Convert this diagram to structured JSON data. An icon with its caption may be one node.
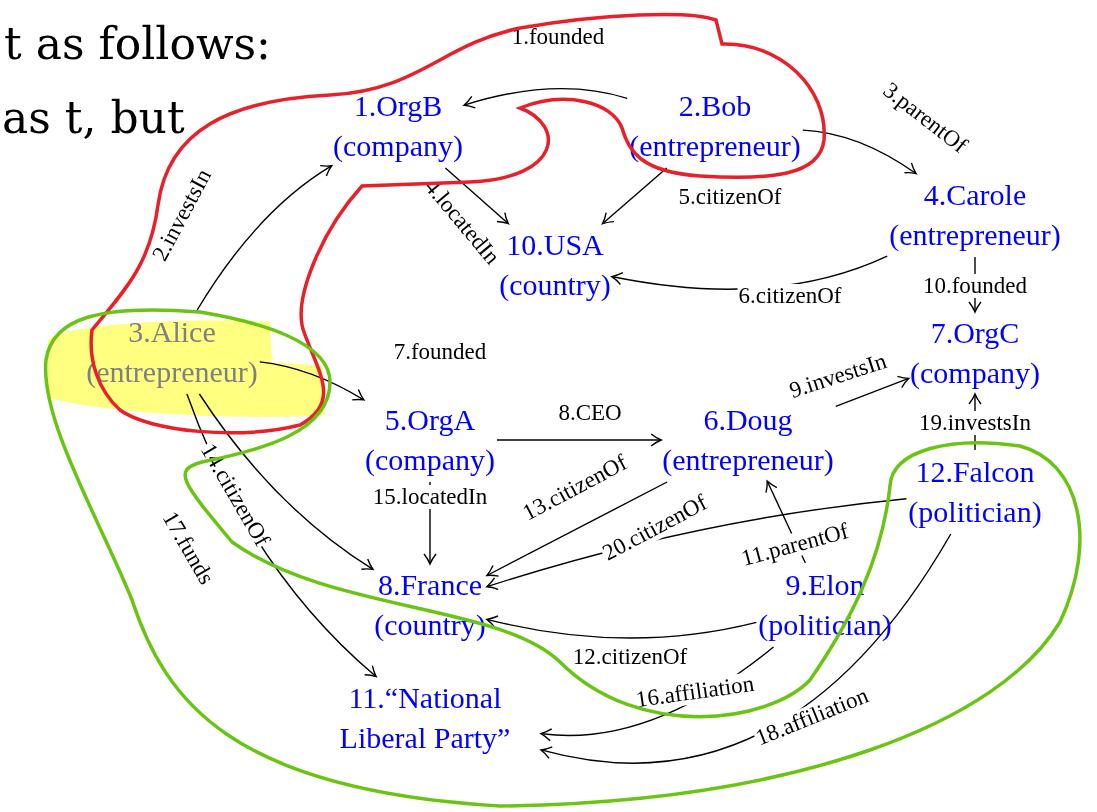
{
  "diagram": {
    "nodes": [
      {
        "text": [
          "1.OrgB",
          "(company)"
        ]
      },
      {
        "text": [
          "2.Bob",
          "(entrepreneur)"
        ]
      },
      {
        "text": [
          "3.Alice",
          "(entrepreneur)"
        ]
      },
      {
        "text": [
          "4.Carole",
          "(entrepreneur)"
        ]
      },
      {
        "text": [
          "5.OrgA",
          "(company)"
        ]
      },
      {
        "text": [
          "6.Doug",
          "(entrepreneur)"
        ]
      },
      {
        "text": [
          "7.OrgC",
          "(company)"
        ]
      },
      {
        "text": [
          "8.France",
          "(country)"
        ]
      },
      {
        "text": [
          "9.Elon",
          "(politician)"
        ]
      },
      {
        "text": [
          "10.USA",
          "(country)"
        ]
      },
      {
        "text": [
          "11.“National Liberal Party”"
        ]
      },
      {
        "text": [
          "12.Falcon",
          "(politician)"
        ]
      }
    ],
    "edges": [
      {
        "from": 1,
        "to": 0,
        "arrow": "to",
        "label": "1.founded"
      },
      {
        "from": 2,
        "to": 0,
        "arrow": "to",
        "label": "2.investsIn"
      },
      {
        "from": 1,
        "to": 3,
        "arrow": "to",
        "label": "3.parentOf"
      },
      {
        "from": 0,
        "to": 9,
        "arrow": "to",
        "label": "4.locatedIn"
      },
      {
        "from": 1,
        "to": 9,
        "arrow": "to",
        "label": "5.citizenOf"
      },
      {
        "from": 3,
        "to": 9,
        "arrow": "to",
        "label": "6.citizenOf"
      },
      {
        "from": 2,
        "to": 4,
        "arrow": "to",
        "label": "7.founded"
      },
      {
        "from": 4,
        "to": 5,
        "arrow": "to",
        "label": "8.CEO"
      },
      {
        "from": 5,
        "to": 6,
        "arrow": "to",
        "label": "9.investsIn"
      },
      {
        "from": 3,
        "to": 6,
        "arrow": "to",
        "label": "10.founded"
      },
      {
        "from": 8,
        "to": 5,
        "arrow": "to",
        "label": "11.parentOf"
      },
      {
        "from": 8,
        "to": 7,
        "arrow": "to",
        "label": "12.citizenOf"
      },
      {
        "from": 5,
        "to": 7,
        "arrow": "to",
        "label": "13.citizenOf"
      },
      {
        "from": 2,
        "to": 7,
        "arrow": "to",
        "label": "14.citizenOf"
      },
      {
        "from": 4,
        "to": 7,
        "arrow": "to",
        "label": "15.locatedIn"
      },
      {
        "from": 8,
        "to": 10,
        "arrow": "to",
        "label": "16.affiliation"
      },
      {
        "from": 2,
        "to": 10,
        "arrow": "to",
        "label": "17.funds"
      },
      {
        "from": 11,
        "to": 10,
        "arrow": "to",
        "label": "18.affiliation"
      },
      {
        "from": 11,
        "to": 6,
        "arrow": "to",
        "label": "19.investsIn"
      },
      {
        "from": 11,
        "to": 7,
        "arrow": "to",
        "label": "20.citizenOf"
      }
    ],
    "labels": [
      "t as follows:",
      "as t, but"
    ]
  }
}
